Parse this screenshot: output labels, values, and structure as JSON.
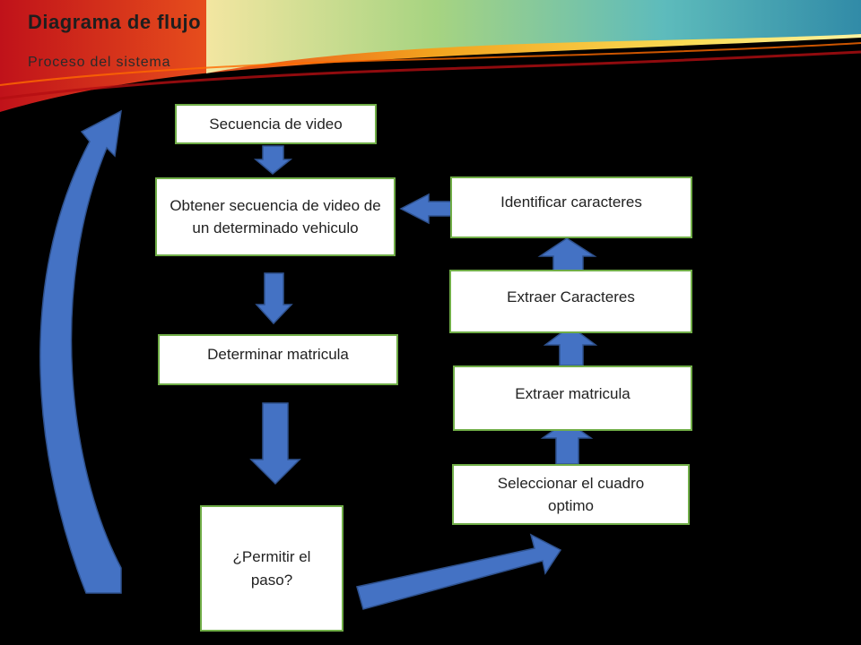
{
  "slide": {
    "title": "Diagrama de flujo",
    "subtitle": "Proceso del sistema"
  },
  "diagram": {
    "nodes": {
      "secuencia_video": "Secuencia de video",
      "obtener_secuencia": "Obtener secuencia de video de un determinado vehiculo",
      "determinar_matricula": "Determinar matricula",
      "permitir_paso": "¿Permitir el paso?",
      "seleccionar_cuadro": "Seleccionar el cuadro optimo",
      "extraer_matricula": "Extraer matricula",
      "extraer_caracteres": "Extraer Caracteres",
      "identificar_caracteres": "Identificar caracteres"
    },
    "colors": {
      "box_border": "#70ad47",
      "box_fill": "#ffffff",
      "arrow_fill": "#4472c4",
      "arrow_stroke": "#2f528f",
      "background": "#000000"
    }
  }
}
